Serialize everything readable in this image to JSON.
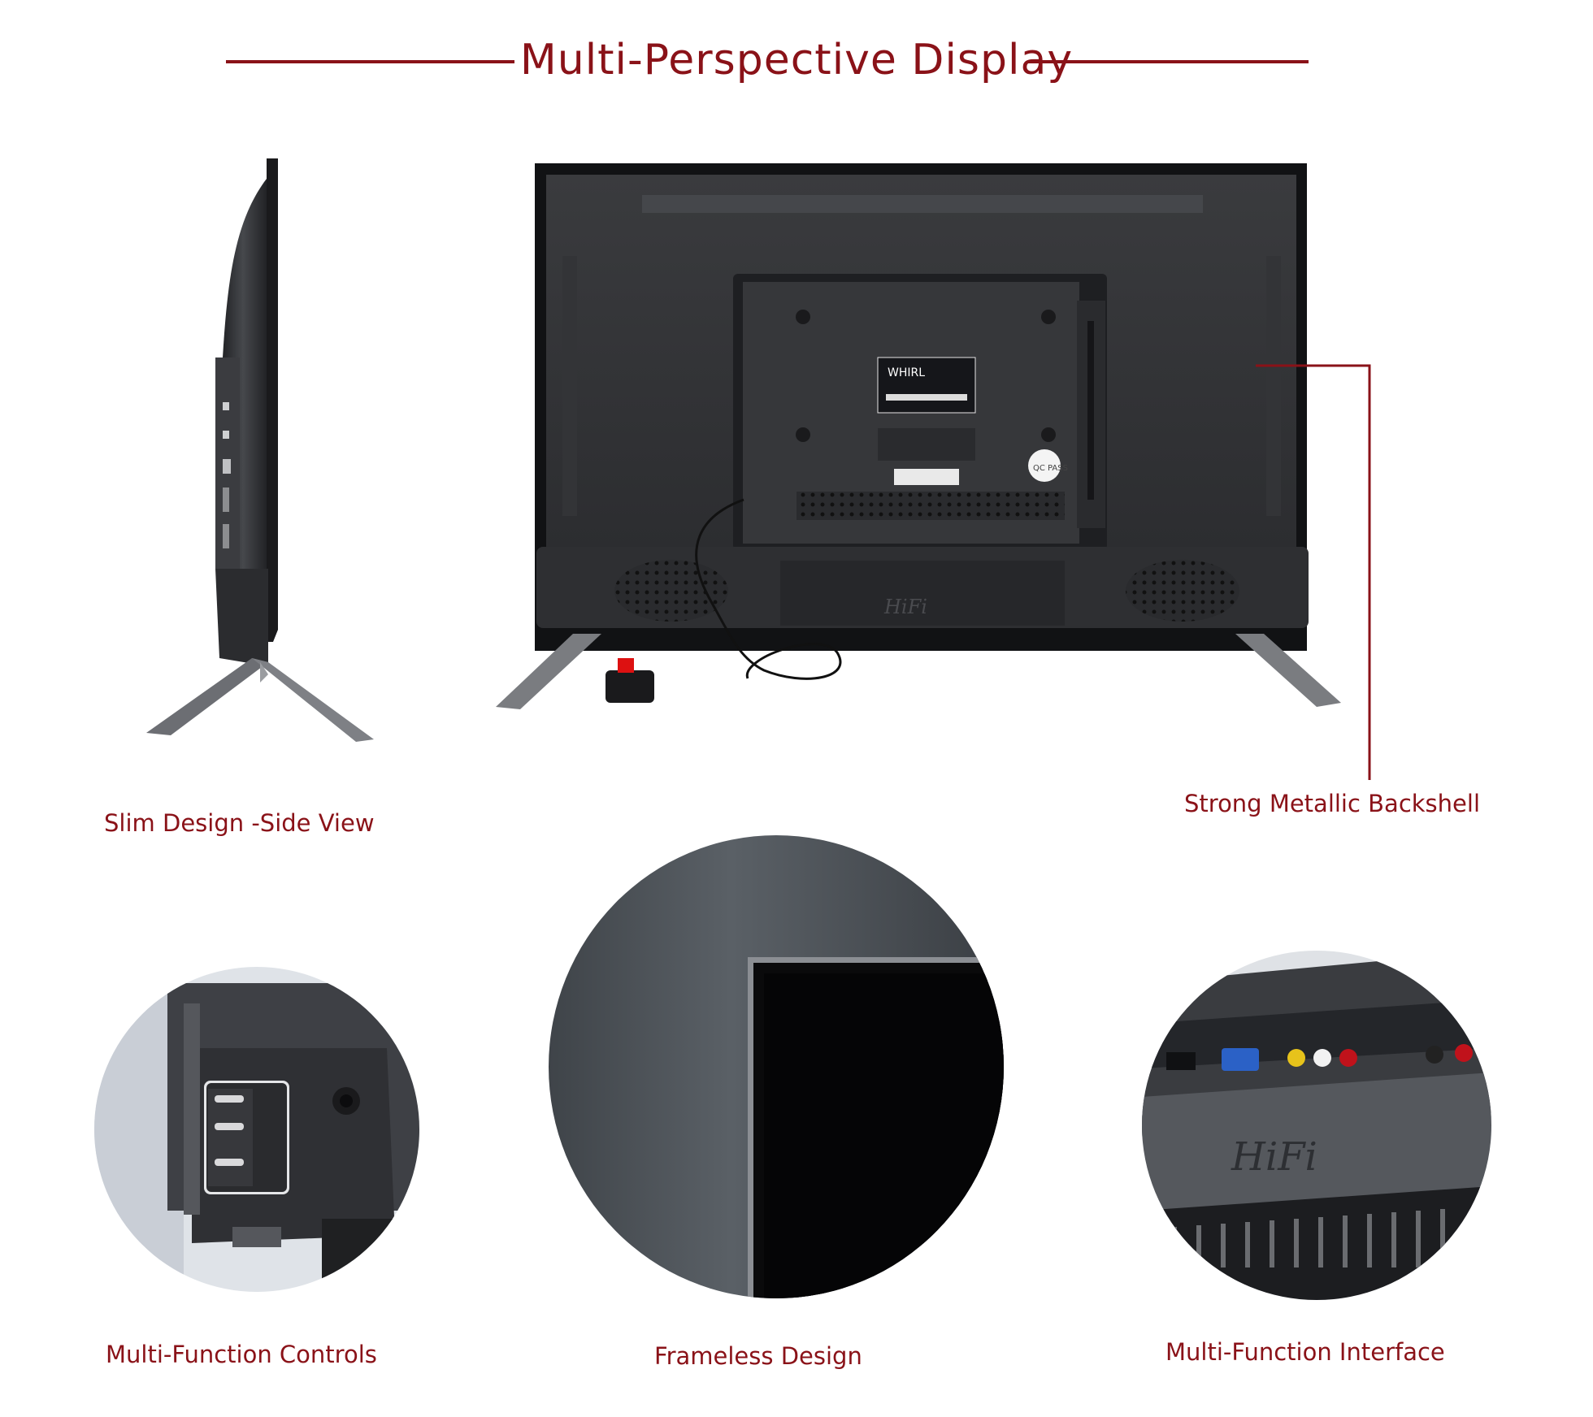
{
  "heading": "Multi-Perspective Display",
  "captions": {
    "side_view": "Slim Design -Side View",
    "backshell": "Strong Metallic Backshell",
    "controls": "Multi-Function Controls",
    "frameless": "Frameless Design",
    "interface": "Multi-Function Interface"
  },
  "product": {
    "brand_label": "WHIRL",
    "speaker_badge": "HiFi",
    "certification_badge": "QC PASS"
  },
  "colors": {
    "accent": "#8a1218",
    "tv_body": "#2f3033",
    "background": "#ffffff"
  }
}
